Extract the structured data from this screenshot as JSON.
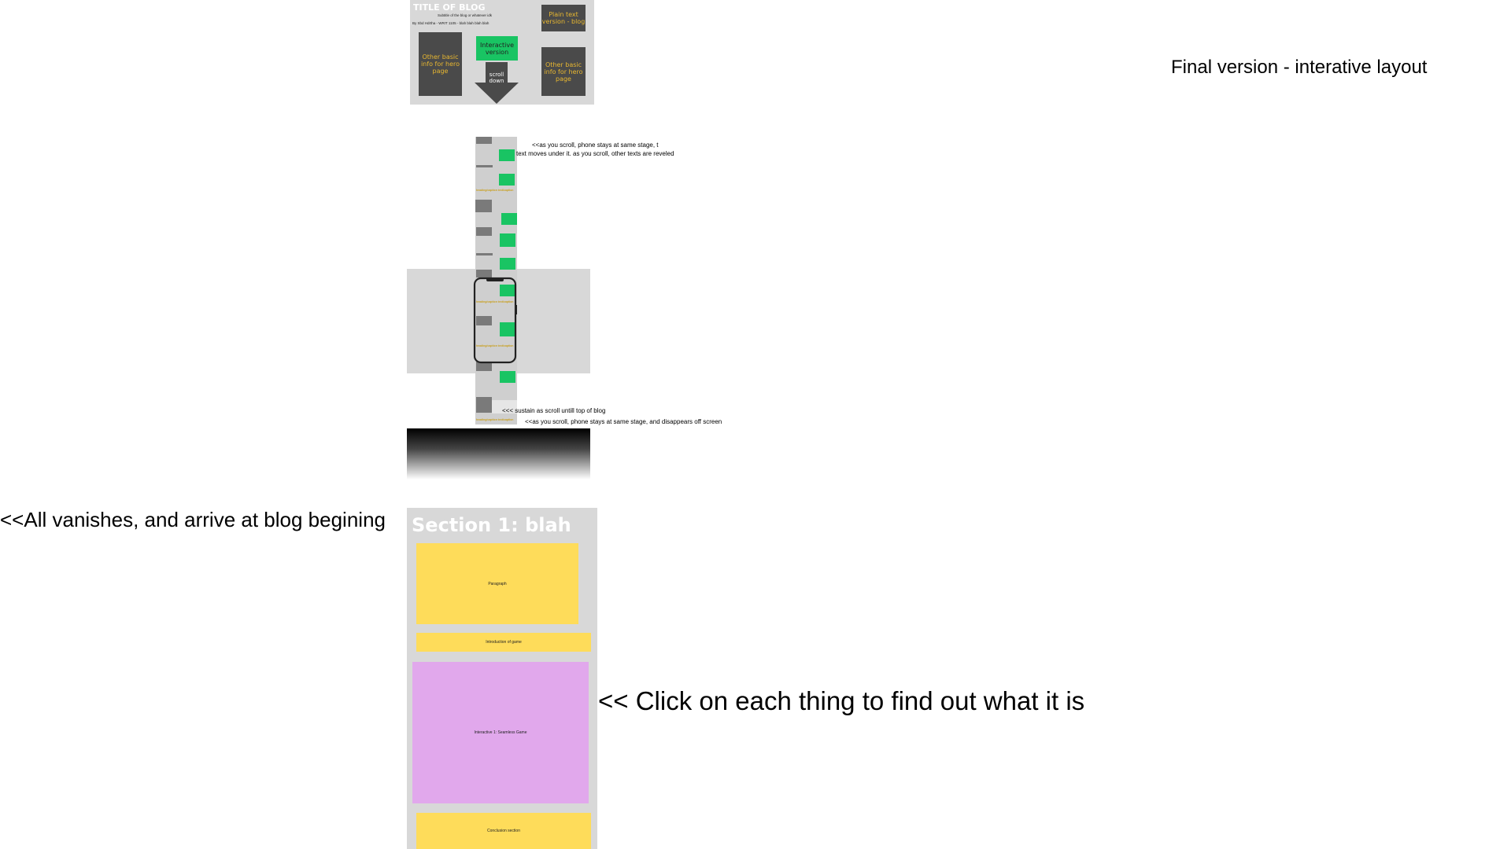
{
  "notes": {
    "final_version": "Final version - interative layout",
    "scroll_phone_line1": "<<as you scroll, phone stays at same stage, t",
    "scroll_phone_line2": "text moves under it. as you scroll, other texts are reveled",
    "sustain": "<<< sustain as scroll untill top of blog",
    "disappear": "<<as you scroll, phone stays at same stage, and disappears off screen",
    "vanish": "<<All vanishes, and arrive at blog begining",
    "click": "<< Click on each thing to find out what it is"
  },
  "hero": {
    "title": "TITLE OF BLOG",
    "subtitle": "Subtitle of the blog or whatever idk",
    "byline": "By Sbd Hdrtha - WRIT 1105 - blah blah blah blah",
    "plain_text": "Plain text version - blog",
    "interactive": "Interactive version",
    "other_left": "Other basic info for hero page",
    "other_right": "Other basic info for hero page",
    "scroll_down": "scroll down"
  },
  "strip": {
    "caption": "heading/caption text/caption"
  },
  "blog": {
    "section_title": "Section 1:  blah",
    "paragraph": "Paragraph",
    "intro_game": "Introduction of game",
    "interactive_seamless": "Interactive 1: Seamless Game",
    "conclusion": "Conclusion section"
  },
  "colors": {
    "dark": "#4a4a4a",
    "green": "#19c463",
    "yellow": "#fedc5a",
    "purple": "#e1a8ec",
    "light_gray": "#d8d8d8",
    "caption_gold": "#e8b730"
  }
}
